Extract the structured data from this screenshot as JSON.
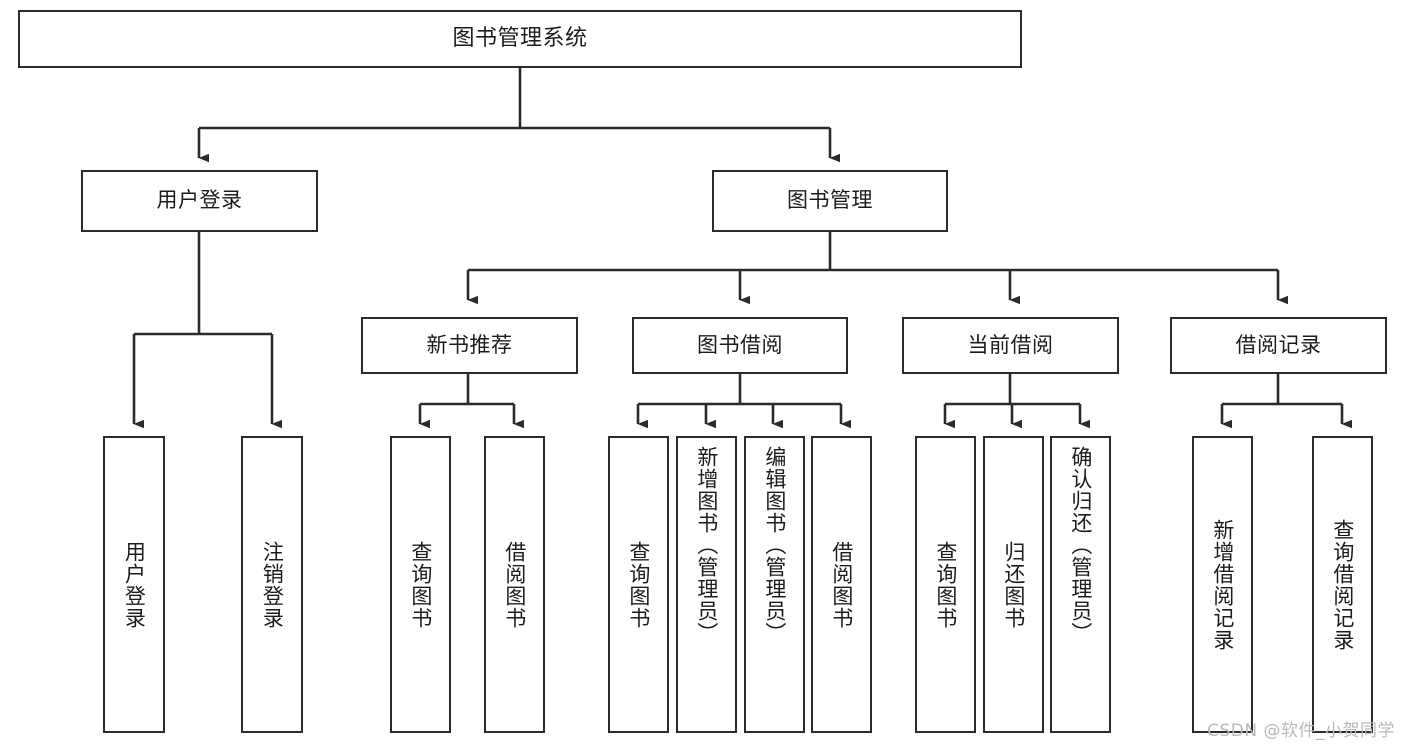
{
  "diagram": {
    "title": "图书管理系统",
    "type": "tree",
    "root": {
      "id": "root",
      "label": "图书管理系统"
    },
    "level1": [
      {
        "id": "user-login",
        "label": "用户登录"
      },
      {
        "id": "book-management",
        "label": "图书管理"
      }
    ],
    "level2": [
      {
        "id": "new-book-recommend",
        "label": "新书推荐"
      },
      {
        "id": "book-borrow",
        "label": "图书借阅"
      },
      {
        "id": "current-borrow",
        "label": "当前借阅"
      },
      {
        "id": "borrow-record",
        "label": "借阅记录"
      }
    ],
    "leaves": {
      "user-login": [
        {
          "id": "leaf-user-login",
          "label": "用户登录"
        },
        {
          "id": "leaf-logout-login",
          "label": "注销登录"
        }
      ],
      "new-book-recommend": [
        {
          "id": "leaf-query-book-1",
          "label": "查询图书"
        },
        {
          "id": "leaf-borrow-book-1",
          "label": "借阅图书"
        }
      ],
      "book-borrow": [
        {
          "id": "leaf-query-book-2",
          "label": "查询图书"
        },
        {
          "id": "leaf-add-book",
          "label": "新增图书（管理员）"
        },
        {
          "id": "leaf-edit-book",
          "label": "编辑图书（管理员）"
        },
        {
          "id": "leaf-borrow-book-2",
          "label": "借阅图书"
        }
      ],
      "current-borrow": [
        {
          "id": "leaf-query-book-3",
          "label": "查询图书"
        },
        {
          "id": "leaf-return-book",
          "label": "归还图书"
        },
        {
          "id": "leaf-confirm-return",
          "label": "确认归还（管理员）"
        }
      ],
      "borrow-record": [
        {
          "id": "leaf-add-record",
          "label": "新增借阅记录"
        },
        {
          "id": "leaf-query-record",
          "label": "查询借阅记录"
        }
      ]
    }
  },
  "watermark": {
    "text": "CSDN @软件_小贺同学"
  },
  "colors": {
    "stroke": "#2b2b2b",
    "background": "#ffffff",
    "text": "#1c1c1c",
    "watermark": "#b9b9b9"
  }
}
